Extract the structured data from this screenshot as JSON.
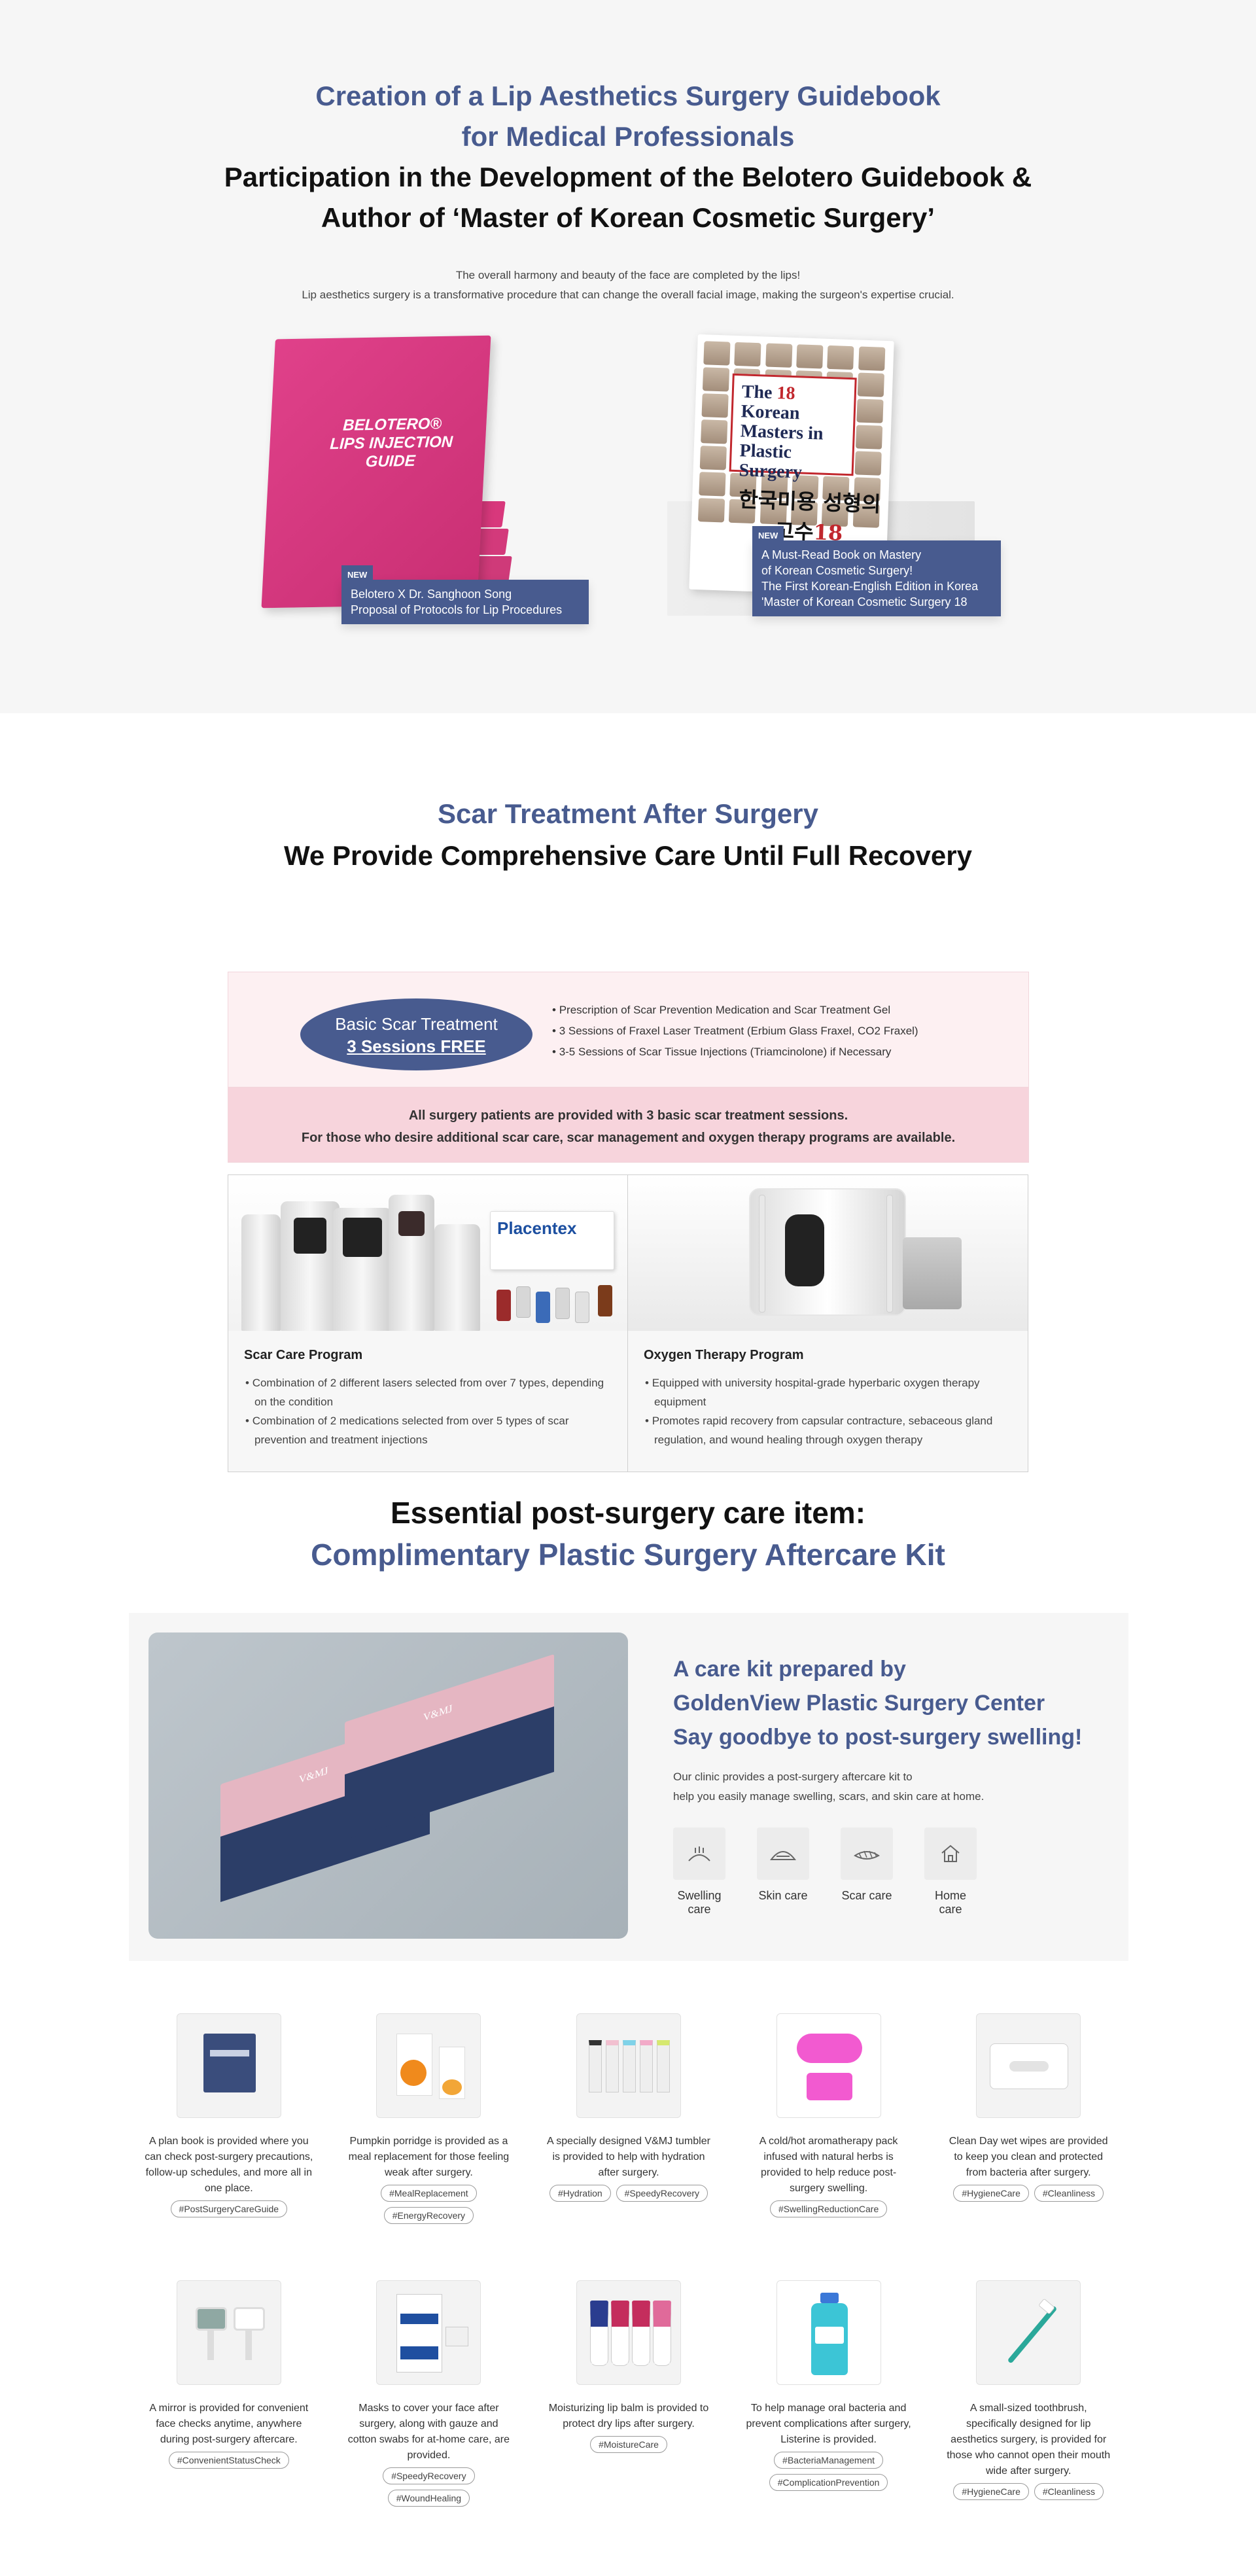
{
  "guidebook": {
    "title_blue_1": "Creation of a Lip Aesthetics Surgery Guidebook",
    "title_blue_2": "for Medical Professionals",
    "title_black_1": "Participation in the Development of the Belotero Guidebook &",
    "title_black_2": "Author of ‘Master of Korean Cosmetic Surgery’",
    "desc_1": "The overall harmony and beauty of the face are completed by the lips!",
    "desc_2": "Lip aesthetics surgery is a transformative procedure that can change the overall facial image, making the surgeon's expertise crucial.",
    "belotero": {
      "cover_title": "BELOTERO® LIPS INJECTION GUIDE",
      "badge": "NEW",
      "caption_1": "Belotero X Dr. Sanghoon Song",
      "caption_2": "Proposal of Protocols for Lip Procedures"
    },
    "masters": {
      "cover_1": "The ",
      "cover_num": "18",
      "cover_2": " Korean Masters in Plastic Surgery",
      "cover_kor": "한국미용 성형의고수",
      "cover_kor_num": "18",
      "badge": "NEW",
      "caption_1": "A Must-Read Book on Mastery",
      "caption_2": "of Korean Cosmetic Surgery!",
      "caption_3": "The First Korean-English Edition in Korea",
      "caption_4": "'Master of Korean Cosmetic Surgery 18"
    }
  },
  "scar": {
    "title_blue": "Scar Treatment After Surgery",
    "title_black": "We Provide Comprehensive Care Until Full Recovery",
    "pill_1": "Basic Scar Treatment",
    "pill_2": "3 Sessions FREE",
    "list": [
      "Prescription of Scar Prevention Medication and Scar Treatment Gel",
      "3 Sessions of Fraxel Laser Treatment (Erbium Glass Fraxel, CO2 Fraxel)",
      "3-5 Sessions of Scar Tissue Injections (Triamcinolone) if Necessary"
    ],
    "band_1": "All surgery patients are provided with 3 basic scar treatment sessions.",
    "band_2": "For those who desire additional scar care, scar management and oxygen therapy programs are available.",
    "placentex": "Placentex",
    "programs": [
      {
        "title": "Scar Care Program",
        "bullets": [
          "Combination of 2 different lasers selected from over 7 types, depending on the condition",
          "Combination of 2 medications selected from over 5 types of scar prevention and treatment injections"
        ]
      },
      {
        "title": "Oxygen Therapy Program",
        "bullets": [
          "Equipped with university hospital-grade hyperbaric oxygen therapy equipment",
          "Promotes rapid recovery from capsular contracture, sebaceous gland regulation, and wound healing through oxygen therapy"
        ]
      }
    ]
  },
  "kit": {
    "title_black": "Essential post-surgery care item:",
    "title_blue": "Complimentary Plastic Surgery Aftercare Kit",
    "box_logo": "V&MJ",
    "heading_1": "A care kit prepared by",
    "heading_2": "GoldenView Plastic Surgery Center",
    "heading_3": "Say goodbye to post-surgery swelling!",
    "desc_1": "Our clinic provides a post-surgery aftercare kit to",
    "desc_2": "help you easily manage swelling, scars, and skin care at home.",
    "care_icons": [
      {
        "label": "Swelling care",
        "icon": "swelling-icon"
      },
      {
        "label": "Skin care",
        "icon": "skin-icon"
      },
      {
        "label": "Scar care",
        "icon": "scar-icon"
      },
      {
        "label": "Home care",
        "icon": "home-icon"
      }
    ],
    "items": [
      {
        "desc": "A plan book is provided where you can check post-surgery precautions, follow-up schedules, and more all in one place.",
        "tags": [
          "#PostSurgeryCareGuide"
        ],
        "thumb": "plan-book"
      },
      {
        "desc": "Pumpkin porridge is provided as a meal replacement for those feeling weak after surgery.",
        "tags": [
          "#MealReplacement",
          "#EnergyRecovery"
        ],
        "thumb": "porridge"
      },
      {
        "desc": "A specially designed V&MJ tumbler is provided to help with hydration after surgery.",
        "tags": [
          "#Hydration",
          "#SpeedyRecovery"
        ],
        "thumb": "tumbler"
      },
      {
        "desc": "A cold/hot aromatherapy pack infused with natural herbs is provided to help reduce post-surgery swelling.",
        "tags": [
          "#SwellingReductionCare"
        ],
        "thumb": "aroma-pack"
      },
      {
        "desc": "Clean Day wet wipes are provided to keep you clean and protected from bacteria after surgery.",
        "tags": [
          "#HygieneCare",
          "#Cleanliness"
        ],
        "thumb": "wet-wipes"
      },
      {
        "desc": "A mirror is provided for convenient face checks anytime, anywhere during post-surgery aftercare.",
        "tags": [
          "#ConvenientStatusCheck"
        ],
        "thumb": "mirror"
      },
      {
        "desc": "Masks to cover your face after surgery, along with gauze and cotton swabs for at-home care, are provided.",
        "tags": [
          "#SpeedyRecovery",
          "#WoundHealing"
        ],
        "thumb": "mask"
      },
      {
        "desc": "Moisturizing lip balm is provided to protect dry lips after surgery.",
        "tags": [
          "#MoistureCare"
        ],
        "thumb": "lip-balm"
      },
      {
        "desc": "To help manage oral bacteria and prevent complications after surgery, Listerine is provided.",
        "tags": [
          "#BacteriaManagement",
          "#ComplicationPrevention"
        ],
        "thumb": "mouthwash"
      },
      {
        "desc": "A small-sized toothbrush, specifically designed for lip aesthetics surgery, is provided for those who cannot open their mouth wide after surgery.",
        "tags": [
          "#HygieneCare",
          "#Cleanliness"
        ],
        "thumb": "toothbrush"
      }
    ]
  }
}
